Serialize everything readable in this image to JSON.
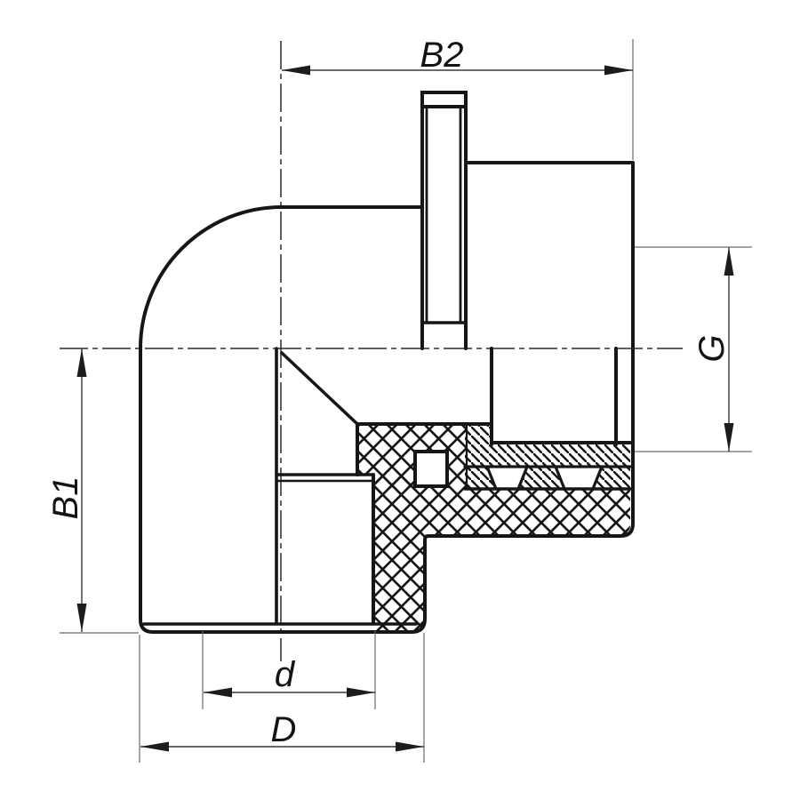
{
  "drawing": {
    "type": "technical-drawing",
    "subject": "90-degree elbow fitting with female threaded brass insert, half-section view",
    "labels": {
      "b2": "B2",
      "g": "G",
      "b1": "B1",
      "d_small": "d",
      "d_big": "D"
    },
    "colors": {
      "outline": "#161616",
      "dimension_line": "#3a3a3a",
      "extension_line": "#6a6a6a",
      "background": "#ffffff"
    }
  }
}
